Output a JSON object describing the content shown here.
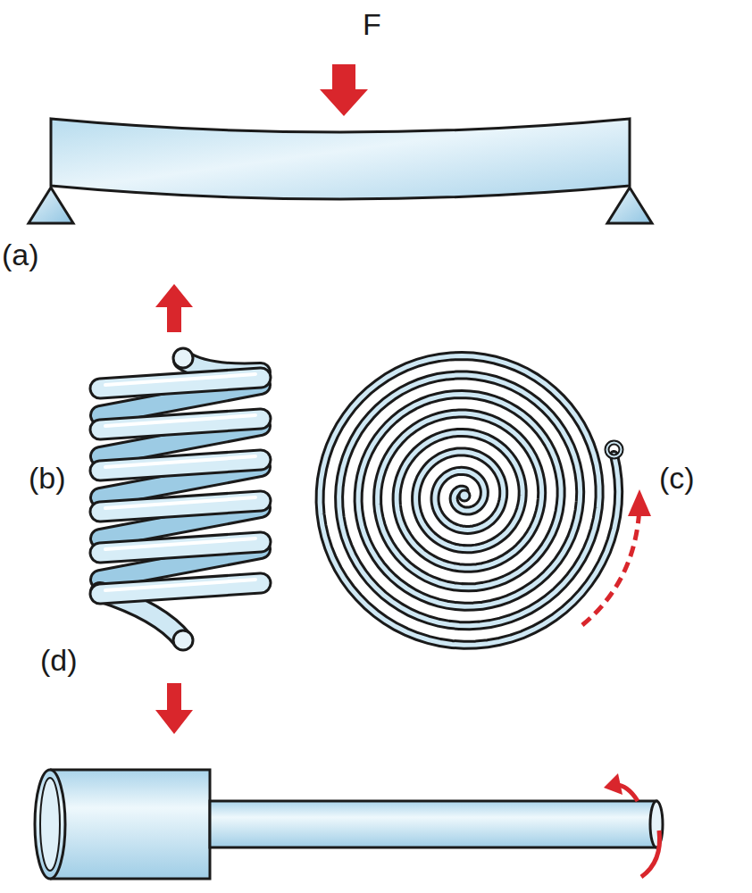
{
  "diagram": {
    "labels": [
      "F",
      "(a)",
      "(b)",
      "(c)",
      "(d)"
    ]
  }
}
